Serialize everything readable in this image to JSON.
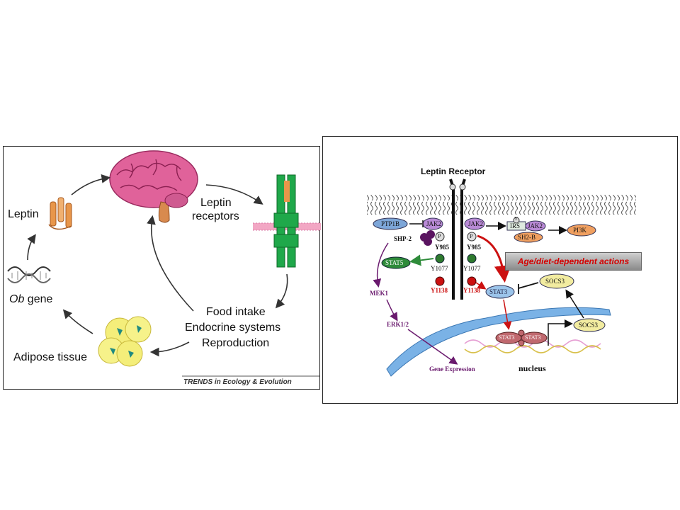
{
  "left_diagram": {
    "labels": {
      "leptin": "Leptin",
      "leptin_receptors_1": "Leptin",
      "leptin_receptors_2": "receptors",
      "outcomes_1": "Food intake",
      "outcomes_2": "Endocrine systems",
      "outcomes_3": "Reproduction",
      "adipose": "Adipose tissue",
      "ob_gene_italic": "Ob",
      "ob_gene_rest": " gene",
      "credit": "TRENDS in Ecology & Evolution"
    },
    "colors": {
      "brain": "#e0629a",
      "receptor": "#1fa84a",
      "leptin_protein": "#e8964a",
      "membrane": "#f2a7c4",
      "dna": "#333333",
      "fat_cell": "#f4ee7a"
    }
  },
  "right_diagram": {
    "title": "Leptin Receptor",
    "banner": "Age/diet-dependent actions",
    "nucleus": "nucleus",
    "nodes": {
      "ptp1b": "PTP1B",
      "jak2_left": "JAK2",
      "jak2_right": "JAK2",
      "irs": "IRS",
      "jak2_irs": "JAK2",
      "sh2b": "SH2-B",
      "pi3k": "PI3K",
      "shp2": "SHP-2",
      "stat5": "STAT5",
      "stat3": "STAT3",
      "socs3_top": "SOCS3",
      "socs3_bottom": "SOCS3",
      "mek1": "MEK1",
      "erk": "ERK1/2",
      "gene_expression": "Gene Expression",
      "stat3_dimer_a": "STAT3",
      "stat3_dimer_b": "STAT3",
      "y985_left": "Y985",
      "y985_right": "Y985",
      "y1077_left": "Y1077",
      "y1077_right": "Y1077",
      "y1138_left": "Y1138",
      "y1138_right": "Y1138",
      "p": "P",
      "y": "Y"
    },
    "colors": {
      "activation_arrow": "#cc1111",
      "mek_pathway": "#6a1a6e",
      "stat5": "#2e8b3a",
      "stat3": "#9bc4ea",
      "socs3": "#f2eca0",
      "ptp1b": "#7da6d8",
      "jak2": "#b98ad6",
      "sh2b": "#f0a060",
      "nucleus_membrane": "#7ab2e6",
      "dna_strand": "#e6a0d4"
    }
  }
}
